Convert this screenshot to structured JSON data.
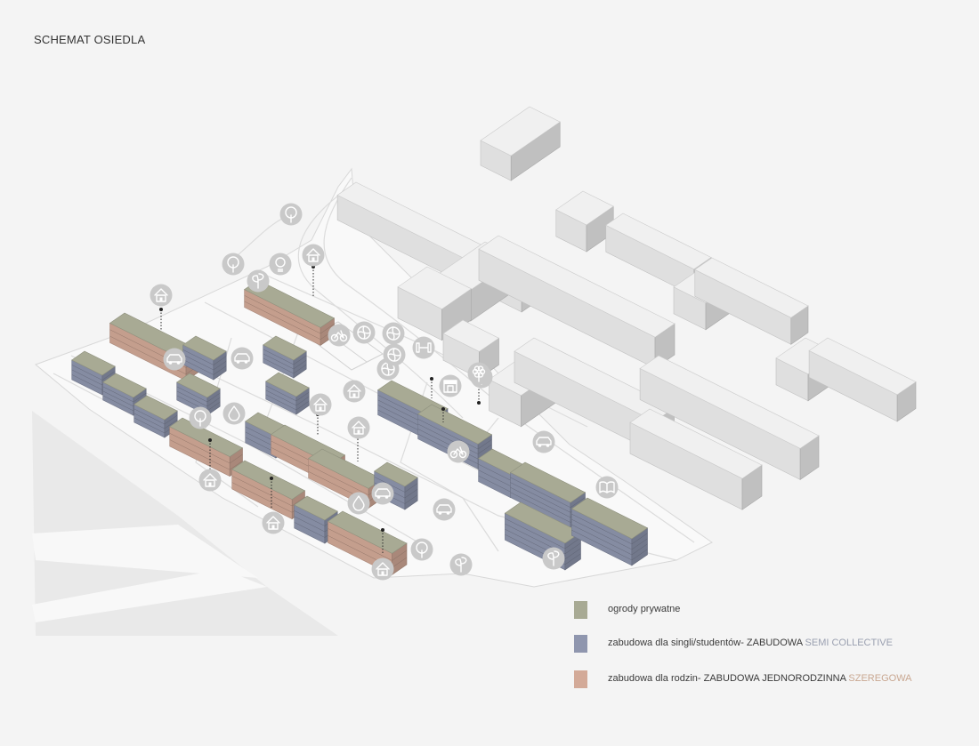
{
  "title": "SCHEMAT OSIEDLA",
  "colors": {
    "garden": "#a8aa94",
    "semi_collective": "#8f96ae",
    "terraced": "#d3aa98",
    "neutral_building": "#f0f0f0",
    "icon_circle": "#c9c9c9",
    "street_lines": "#dedede"
  },
  "legend": [
    {
      "swatch": "garden",
      "text": "ogrody prywatne",
      "accent": ""
    },
    {
      "swatch": "semi_collective",
      "text": "zabudowa dla singli/studentów- ZABUDOWA ",
      "accent": "SEMI COLLECTIVE"
    },
    {
      "swatch": "terraced",
      "text": "zabudowa dla rodzin- ZABUDOWA JEDNORODZINNA ",
      "accent": "SZEREGOWA"
    }
  ],
  "icons": [
    "house-icon",
    "tree-icon",
    "sprout-icon",
    "lightbulb-icon",
    "car-icon",
    "water-drop-icon",
    "bike-icon",
    "sports-ball-icon",
    "dumbbell-icon",
    "book-icon",
    "shop-icon",
    "flower-icon"
  ]
}
